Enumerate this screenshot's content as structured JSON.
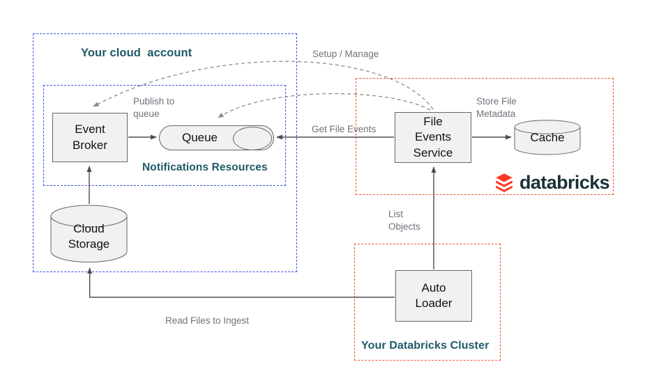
{
  "zones": {
    "cloud_account": {
      "label": "Your cloud  account"
    },
    "notifications_resources": {
      "label": "Notifications Resources"
    },
    "databricks_cluster": {
      "label": "Your Databricks Cluster"
    }
  },
  "nodes": {
    "event_broker": {
      "label": "Event\nBroker"
    },
    "queue": {
      "label": "Queue"
    },
    "cloud_storage": {
      "label": "Cloud\nStorage"
    },
    "file_events_service": {
      "label": "File\nEvents\nService"
    },
    "cache": {
      "label": "Cache"
    },
    "auto_loader": {
      "label": "Auto\nLoader"
    }
  },
  "edges": {
    "setup_manage": {
      "label": "Setup / Manage"
    },
    "publish_to_queue": {
      "label": "Publish to\nqueue"
    },
    "get_file_events": {
      "label": "Get File Events"
    },
    "store_file_metadata": {
      "label": "Store File\nMetadata"
    },
    "list_objects": {
      "label": "List\nObjects"
    },
    "read_files_to_ingest": {
      "label": "Read Files to Ingest"
    }
  },
  "logo": {
    "wordmark": "databricks"
  },
  "colors": {
    "zone_blue": "#3B4EF0",
    "zone_red": "#F4502C",
    "zone_label_teal": "#1E5A68",
    "node_fill": "#F1F1F1",
    "node_border": "#666666",
    "arrow": "#4D4D4D",
    "dashed_arrow": "#8A8A8A",
    "edge_label_gray": "#6D727A",
    "databricks_red": "#FF3621",
    "databricks_navy": "#1B3139"
  }
}
